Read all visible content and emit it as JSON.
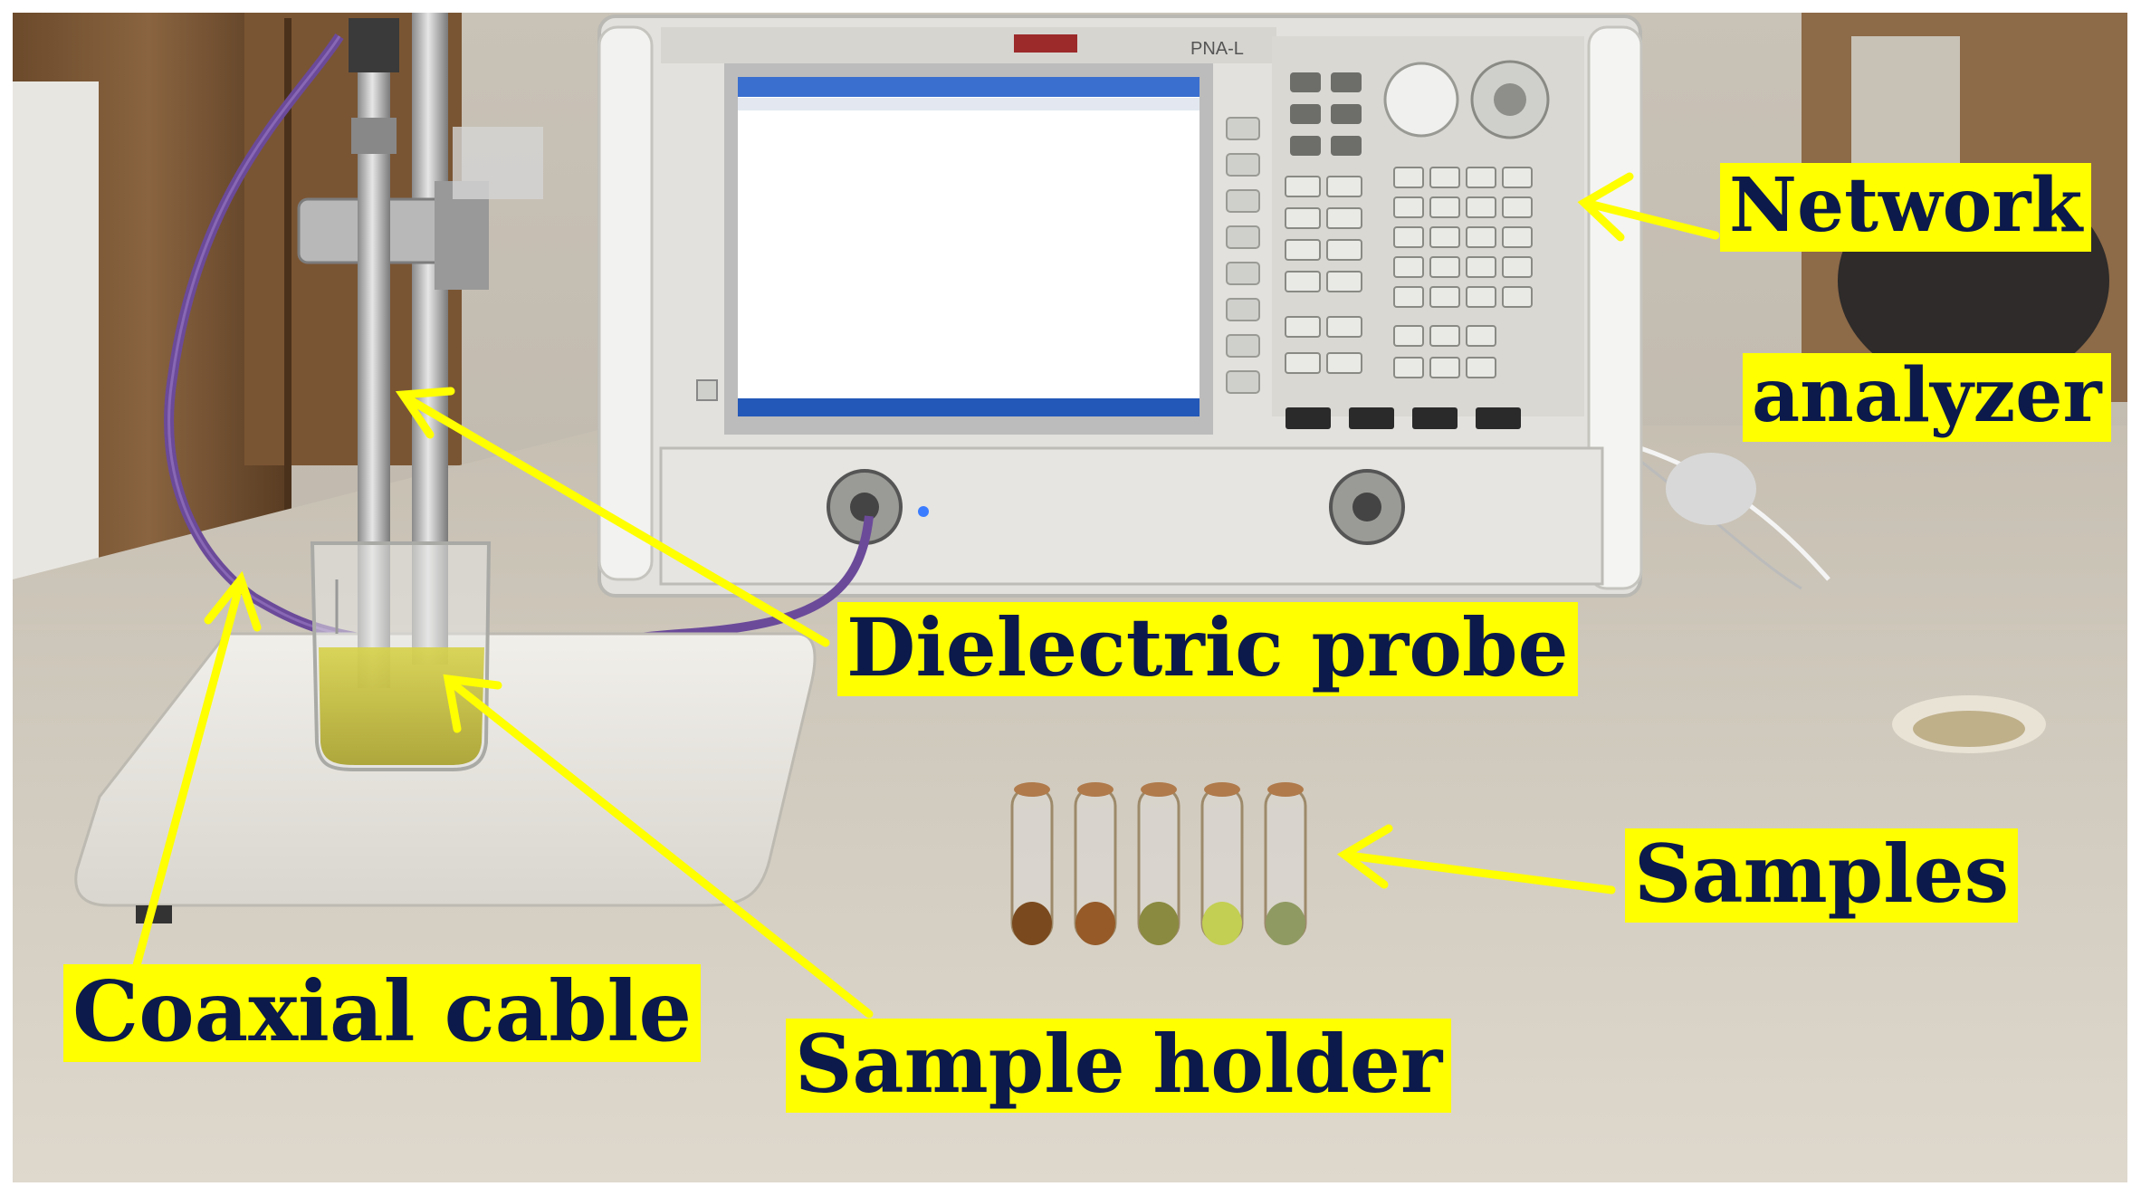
{
  "image": {
    "labels": {
      "network": "Network",
      "analyzer": "analyzer",
      "dielectric_probe": "Dielectric probe",
      "coaxial_cable": "Coaxial cable",
      "sample_holder": "Sample holder",
      "samples": "Samples"
    },
    "instrument": {
      "model_badge": "PNA-L"
    },
    "colors": {
      "label_bg": "#ffff00",
      "label_text": "#0b1a4a",
      "arrow": "#ffff00",
      "cable": "#6b4a9a",
      "liquid": "#c9c23a"
    }
  }
}
